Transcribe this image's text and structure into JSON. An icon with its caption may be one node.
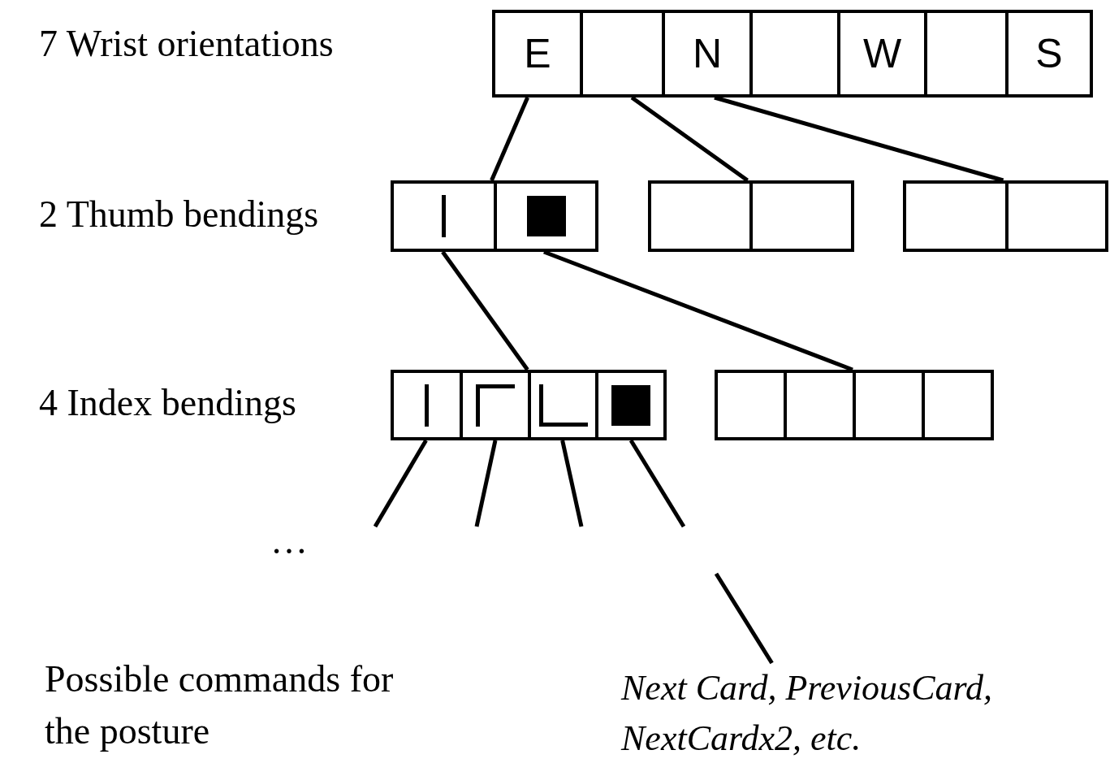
{
  "diagram": {
    "nodes": [
      {
        "text": [
          "E"
        ]
      },
      {
        "text": [],
        "shape": "box"
      },
      {
        "text": [
          "N"
        ]
      },
      {
        "text": [],
        "shape": "box"
      },
      {
        "text": [
          "W"
        ]
      },
      {
        "text": [],
        "shape": "box"
      },
      {
        "text": [
          "S"
        ]
      },
      {
        "text": [],
        "shape": "box"
      },
      {
        "text": [],
        "shape": "box"
      },
      {
        "text": [],
        "shape": "box"
      },
      {
        "text": [],
        "shape": "box"
      },
      {
        "text": [],
        "shape": "box"
      },
      {
        "text": [],
        "shape": "box"
      },
      {
        "text": [],
        "shape": "box"
      },
      {
        "text": [],
        "shape": "box"
      },
      {
        "text": [],
        "shape": "box"
      },
      {
        "text": [],
        "shape": "box"
      },
      {
        "text": [],
        "shape": "box"
      },
      {
        "text": [],
        "shape": "box"
      },
      {
        "text": [],
        "shape": "box"
      },
      {
        "text": [],
        "shape": "box"
      },
      {
        "text": [
          "Next Card, PreviousCard, NextCardx2, etc."
        ]
      }
    ],
    "edges": [
      {
        "from": 0,
        "to": 7,
        "arrow": "none"
      },
      {
        "from": 1,
        "to": 9,
        "arrow": "none"
      },
      {
        "from": 2,
        "to": 11,
        "arrow": "none"
      },
      {
        "from": 7,
        "to": 14,
        "arrow": "none"
      },
      {
        "from": 8,
        "to": 18,
        "arrow": "none"
      },
      {
        "from": 13,
        "to": null,
        "arrow": "none"
      },
      {
        "from": 14,
        "to": null,
        "arrow": "none"
      },
      {
        "from": 15,
        "to": null,
        "arrow": "none"
      },
      {
        "from": 16,
        "to": null,
        "arrow": "none"
      },
      {
        "from": null,
        "to": 21,
        "arrow": "none"
      }
    ],
    "labels": [
      "7 Wrist orientations",
      "2 Thumb bendings",
      "4 Index bendings",
      "…",
      "Possible commands for the posture"
    ]
  }
}
